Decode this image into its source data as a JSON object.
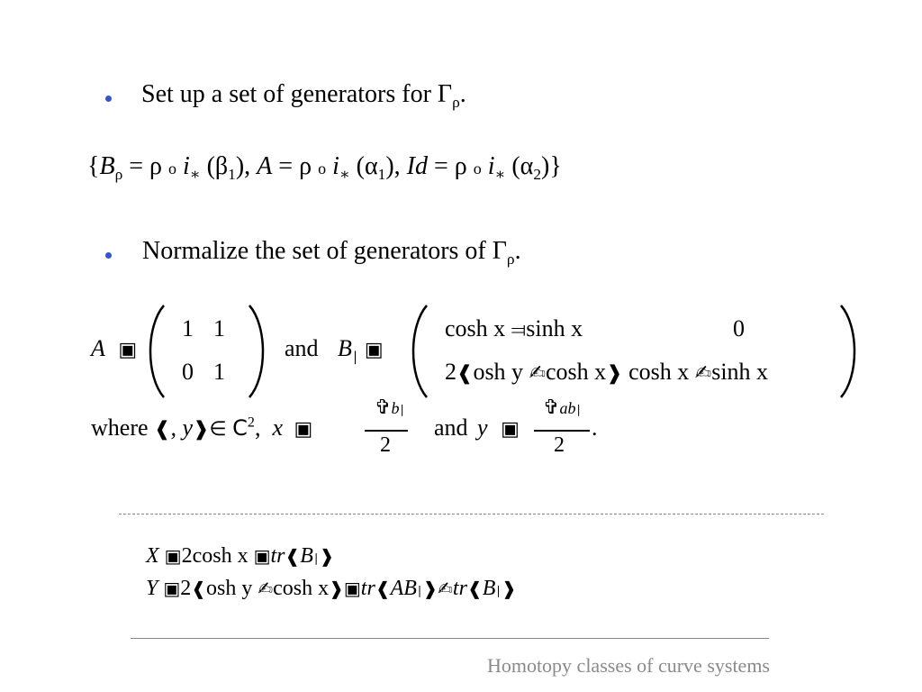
{
  "slide": {
    "bullets": [
      {
        "text": "Set up a set of generators for Γ",
        "sub": "ρ",
        "end": "."
      },
      {
        "text": "Normalize the set of generators of Γ",
        "sub": "ρ",
        "end": "."
      }
    ],
    "generators_parts": [
      "{",
      "B",
      "ρ",
      " = ρ ",
      "o",
      " i",
      "∗",
      " (β",
      "1",
      "), ",
      "A",
      " = ρ ",
      "o",
      " i",
      "∗",
      " (α",
      "1",
      "),  ",
      "Id",
      " = ρ ",
      "o",
      " i",
      "∗",
      " (α",
      "2",
      ")}"
    ],
    "matrix_A": {
      "label": "A",
      "rows": [
        [
          "1",
          "1"
        ],
        [
          "0",
          "1"
        ]
      ]
    },
    "and1": "and",
    "matrix_B": {
      "label": "B",
      "row1": {
        "a": "cosh x ",
        "b": "sinh x",
        "c": "0"
      },
      "row2": {
        "a": "2",
        "b": "osh y ",
        "c": "cosh x",
        "d": " cosh x ",
        "e": "sinh x"
      }
    },
    "where_line": {
      "where": "where ",
      "pair": ", y",
      "field": "C",
      "power": "2",
      "x_var": "x",
      "x_num_sub": "b",
      "den1": "2",
      "and2": "and",
      "y_var": "y",
      "y_num_sub": "ab",
      "den2": "2",
      "period": "."
    },
    "eq1": {
      "lhs": "X",
      "rhs": "2cosh x ",
      "tr": "tr",
      "B": "B"
    },
    "eq2": {
      "lhs": "Y",
      "rhs_a": "2",
      "rhs_b": "osh y ",
      "rhs_c": "cosh x",
      "tr1": "tr",
      "AB": "AB",
      "tr2": "tr",
      "B": "B"
    },
    "footer": "Homotopy classes of curve systems",
    "colors": {
      "bullet": "#3355cc",
      "rule": "#888888",
      "footer": "#8a8a8a"
    }
  }
}
